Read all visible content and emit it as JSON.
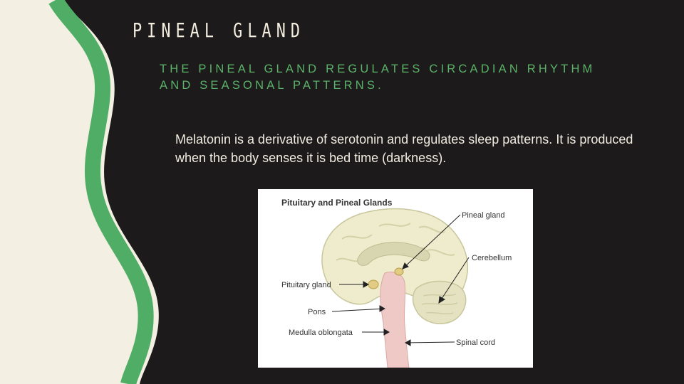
{
  "slide": {
    "title": "PINEAL GLAND",
    "subtitle": "THE PINEAL GLAND REGULATES CIRCADIAN RHYTHM AND SEASONAL PATTERNS.",
    "body": "Melatonin is a derivative of serotonin and regulates sleep patterns. It is produced when the body senses it is bed time (darkness)."
  },
  "figure": {
    "title": "Pituitary and Pineal Glands",
    "labels": {
      "pineal_gland": "Pineal gland",
      "cerebellum": "Cerebellum",
      "pituitary_gland": "Pituitary gland",
      "pons": "Pons",
      "medulla_oblongata": "Medulla oblongata",
      "spinal_cord": "Spinal cord"
    }
  },
  "colors": {
    "background": "#1c1a1a",
    "wave_green": "#4fad65",
    "cream": "#f3efe2",
    "subtitle_green": "#5bb36a"
  }
}
